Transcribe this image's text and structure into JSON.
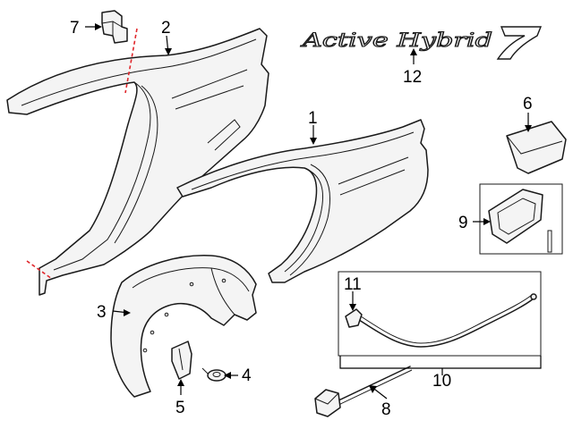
{
  "badge": {
    "text": "Active Hybrid",
    "model": "7"
  },
  "callouts": [
    {
      "id": "1",
      "name": "quarter-panel-outer"
    },
    {
      "id": "2",
      "name": "quarter-panel-inner"
    },
    {
      "id": "3",
      "name": "wheelhouse-liner"
    },
    {
      "id": "4",
      "name": "push-nut"
    },
    {
      "id": "5",
      "name": "liner-bracket"
    },
    {
      "id": "6",
      "name": "fuel-door"
    },
    {
      "id": "7",
      "name": "bumper-stop"
    },
    {
      "id": "8",
      "name": "release-actuator"
    },
    {
      "id": "9",
      "name": "fuel-door-housing"
    },
    {
      "id": "10",
      "name": "release-cable-kit"
    },
    {
      "id": "11",
      "name": "cable-clip"
    },
    {
      "id": "12",
      "name": "emblem"
    }
  ]
}
